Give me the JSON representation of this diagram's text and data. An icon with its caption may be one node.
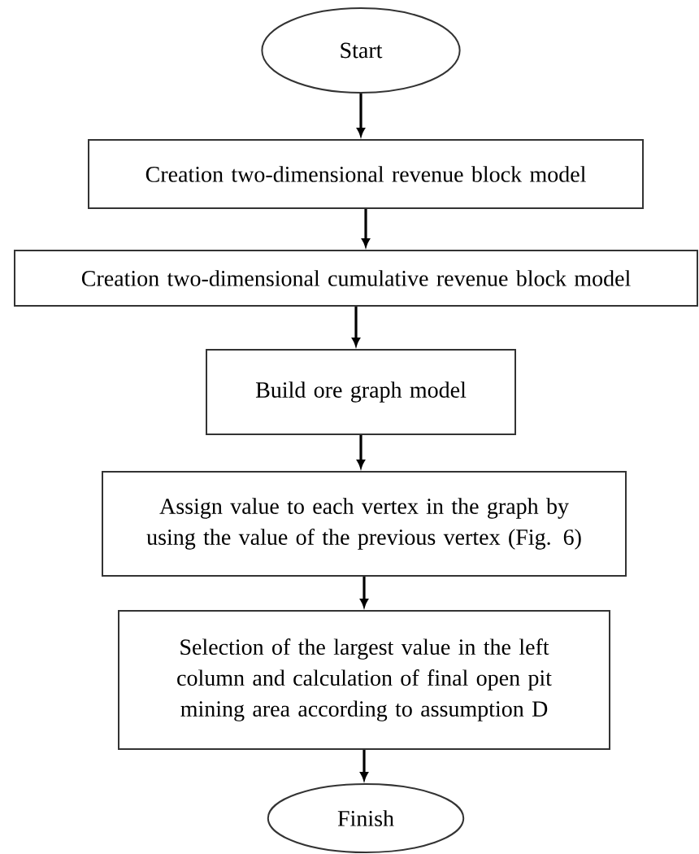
{
  "diagram": {
    "nodes": [
      {
        "text": [
          "Start"
        ]
      },
      {
        "text": [
          "Creation two-dimensional revenue block model"
        ]
      },
      {
        "text": [
          "Creation two-dimensional cumulative revenue block model"
        ]
      },
      {
        "text": [
          "Build ore graph model"
        ]
      },
      {
        "text": [
          "Assign value to each vertex in the graph by using the value of the previous vertex (Fig. 6)"
        ]
      },
      {
        "text": [
          "Selection of the largest value in the left column and calculation of final open pit mining area according to assumption D"
        ]
      },
      {
        "text": [
          "Finish"
        ]
      }
    ],
    "edges": [
      {
        "from": 0,
        "to": 1,
        "arrow": "to"
      },
      {
        "from": 1,
        "to": 2,
        "arrow": "to"
      },
      {
        "from": 2,
        "to": 3,
        "arrow": "to"
      },
      {
        "from": 3,
        "to": 4,
        "arrow": "to"
      },
      {
        "from": 4,
        "to": 5,
        "arrow": "to"
      },
      {
        "from": 5,
        "to": 6,
        "arrow": "to"
      }
    ]
  }
}
